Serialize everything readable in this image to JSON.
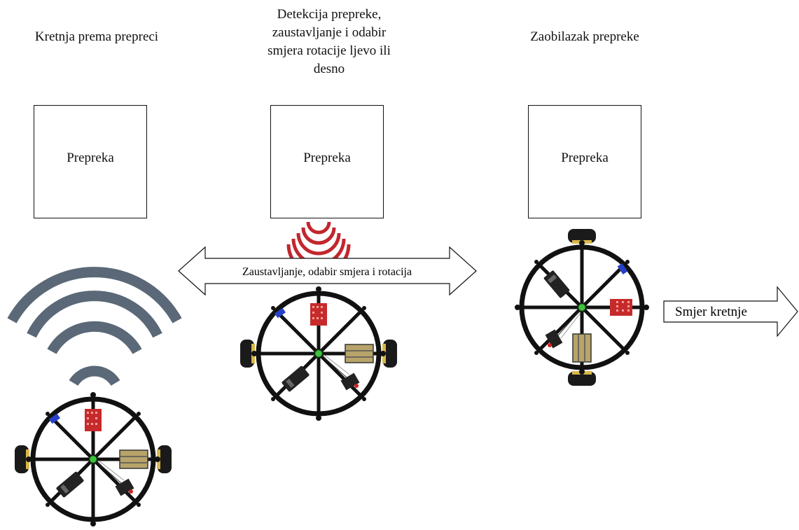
{
  "phases": [
    {
      "title": "Kretnja prema prepreci",
      "obstacle_label": "Prepreka"
    },
    {
      "title": "Detekcija prepreke, zaustavljanje i odabir smjera rotacije ljevo ili desno",
      "obstacle_label": "Prepreka"
    },
    {
      "title": "Zaobilazak prepreke",
      "obstacle_label": "Prepreka"
    }
  ],
  "title_lines": {
    "t1": [
      "Kretnja prema prepreci"
    ],
    "t2": [
      "Detekcija prepreke,",
      "zaustavljanje i odabir",
      "smjera rotacije ljevo ili",
      "desno"
    ],
    "t3": [
      "Zaobilazak prepreke"
    ]
  },
  "arrows": {
    "rotation_label": "Zaustavljanje, odabir smjera i rotacija",
    "direction_label": "Smjer kretnje"
  },
  "colors": {
    "wifi_signal": "#5a6877",
    "sensor_signal": "#c1272d",
    "robot_frame": "#111111",
    "board": "#c72a2a",
    "battery": "#b8a46a",
    "center_dot": "#3ec43e",
    "chip": "#2840c8"
  },
  "icons": [
    "wifi-signal-icon",
    "sensor-signal-icon",
    "robot-icon",
    "double-arrow-icon",
    "right-arrow-icon"
  ]
}
